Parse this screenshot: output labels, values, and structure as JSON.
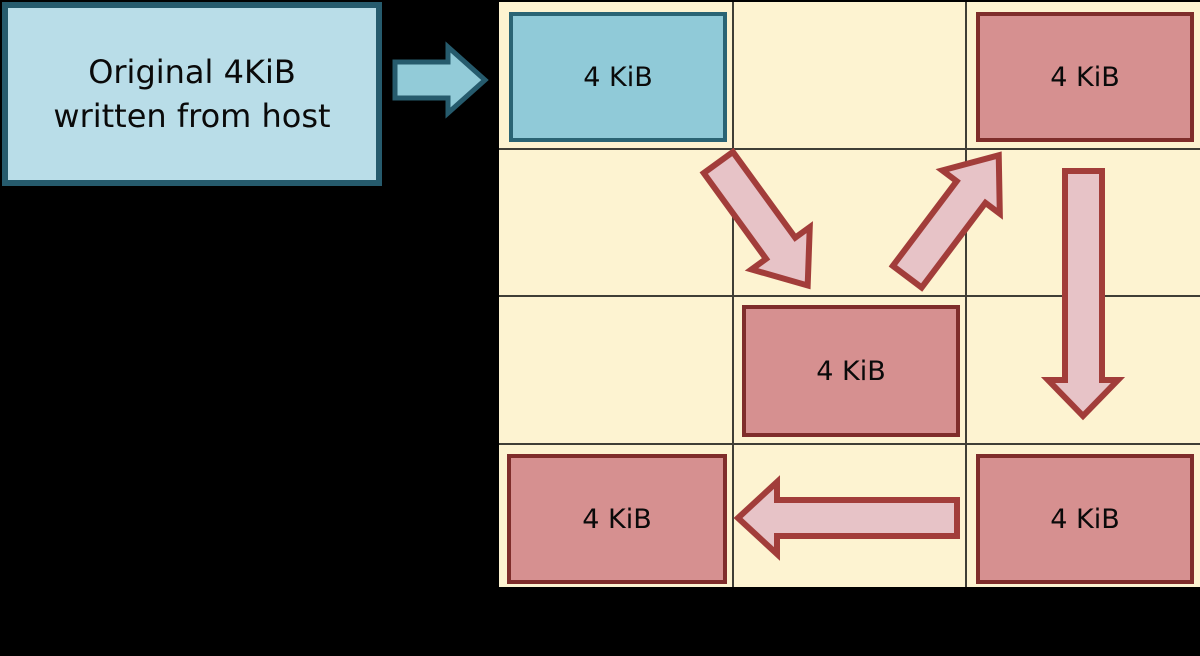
{
  "diagram": {
    "background_color": "#000000",
    "host_box": {
      "line1": "Original 4KiB",
      "line2": "written from host",
      "fill": "#b9dde8",
      "border_color": "#265b6d"
    },
    "host_write_arrow": {
      "direction": "right",
      "fill": "#92cbd8",
      "border_color": "#265b6d"
    },
    "flash_grid": {
      "rows": 4,
      "columns": 3,
      "fill": "#fdf3d1",
      "grid_line_color": "#3f3e36",
      "pages": [
        {
          "label": "4 KiB",
          "state": "original",
          "position": "row 1, col 1",
          "fill": "#90cad8",
          "border_color": "#2a6474"
        },
        {
          "label": "4 KiB",
          "state": "rewritten-copy",
          "position": "row 1, col 3",
          "fill": "#d69090",
          "border_color": "#7f2d2b"
        },
        {
          "label": "4 KiB",
          "state": "rewritten-copy",
          "position": "row 3, col 2",
          "fill": "#d69090",
          "border_color": "#7f2d2b"
        },
        {
          "label": "4 KiB",
          "state": "rewritten-copy",
          "position": "row 4, col 1",
          "fill": "#d69090",
          "border_color": "#7f2d2b"
        },
        {
          "label": "4 KiB",
          "state": "rewritten-copy",
          "position": "row 4, col 3",
          "fill": "#d69090",
          "border_color": "#7f2d2b"
        }
      ],
      "move_arrows": [
        {
          "direction": "down-right",
          "from": "row 1, col 1",
          "to": "row 3, col 2",
          "fill": "#e7c3c7",
          "border_color": "#a23d3a"
        },
        {
          "direction": "up-right",
          "from": "row 3, col 2",
          "to": "row 1, col 3",
          "fill": "#e7c3c7",
          "border_color": "#a23d3a"
        },
        {
          "direction": "down",
          "from": "row 1, col 3",
          "to": "row 3, col 3",
          "fill": "#e7c3c7",
          "border_color": "#a23d3a"
        },
        {
          "direction": "left",
          "from": "row 4, col 3",
          "to": "row 4, col 1",
          "fill": "#e7c3c7",
          "border_color": "#a23d3a"
        }
      ]
    }
  }
}
